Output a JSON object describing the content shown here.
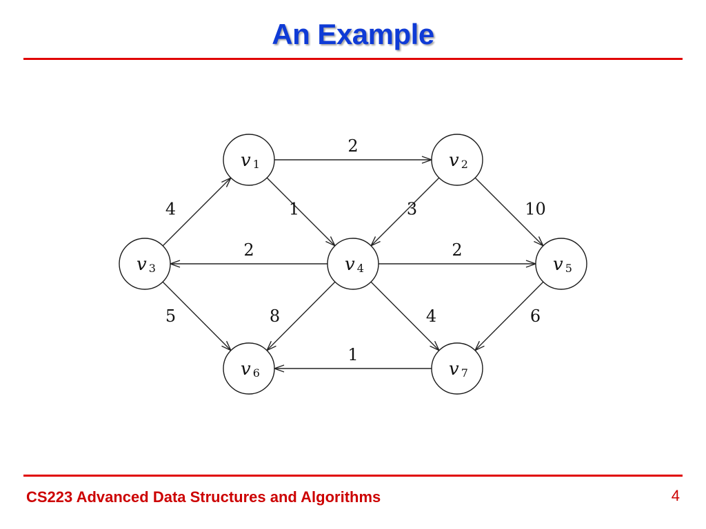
{
  "slide": {
    "title": "An Example",
    "footer": "CS223 Advanced Data Structures and Algorithms",
    "page_number": "4"
  },
  "graph": {
    "nodes": [
      {
        "id": "v1",
        "letter": "v",
        "subscript": "1"
      },
      {
        "id": "v2",
        "letter": "v",
        "subscript": "2"
      },
      {
        "id": "v3",
        "letter": "v",
        "subscript": "3"
      },
      {
        "id": "v4",
        "letter": "v",
        "subscript": "4"
      },
      {
        "id": "v5",
        "letter": "v",
        "subscript": "5"
      },
      {
        "id": "v6",
        "letter": "v",
        "subscript": "6"
      },
      {
        "id": "v7",
        "letter": "v",
        "subscript": "7"
      }
    ],
    "edges": [
      {
        "from": "v1",
        "to": "v2",
        "weight": "2"
      },
      {
        "from": "v3",
        "to": "v1",
        "weight": "4"
      },
      {
        "from": "v1",
        "to": "v4",
        "weight": "1"
      },
      {
        "from": "v2",
        "to": "v4",
        "weight": "3"
      },
      {
        "from": "v2",
        "to": "v5",
        "weight": "10"
      },
      {
        "from": "v4",
        "to": "v3",
        "weight": "2"
      },
      {
        "from": "v4",
        "to": "v5",
        "weight": "2"
      },
      {
        "from": "v3",
        "to": "v6",
        "weight": "5"
      },
      {
        "from": "v4",
        "to": "v6",
        "weight": "8"
      },
      {
        "from": "v4",
        "to": "v7",
        "weight": "4"
      },
      {
        "from": "v5",
        "to": "v7",
        "weight": "6"
      },
      {
        "from": "v7",
        "to": "v6",
        "weight": "1"
      }
    ]
  }
}
